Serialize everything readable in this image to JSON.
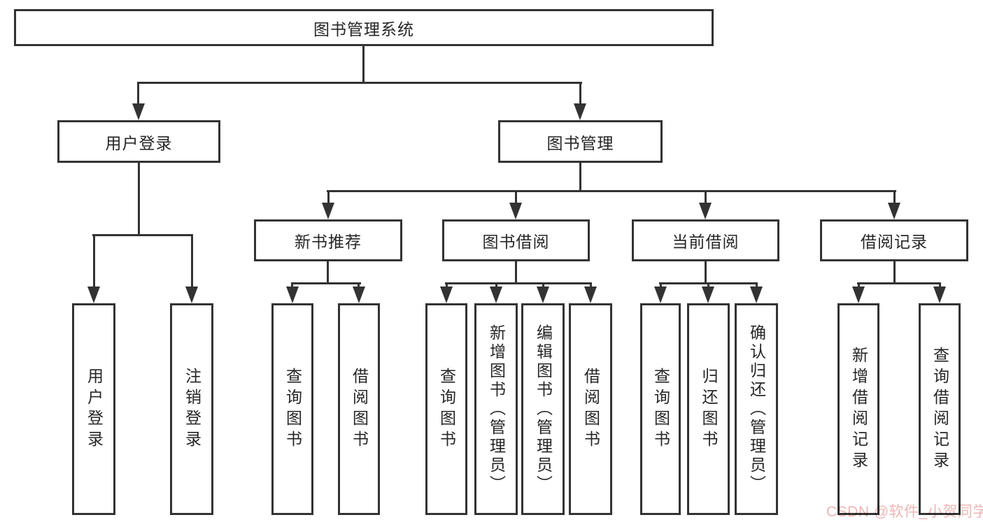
{
  "tree": {
    "root": {
      "label": "图书管理系统",
      "children": [
        {
          "label": "用户登录",
          "children": [
            {
              "label": "用户登录"
            },
            {
              "label": "注销登录"
            }
          ]
        },
        {
          "label": "图书管理",
          "children": [
            {
              "label": "新书推荐",
              "children": [
                {
                  "label": "查询图书"
                },
                {
                  "label": "借阅图书"
                }
              ]
            },
            {
              "label": "图书借阅",
              "children": [
                {
                  "label": "查询图书"
                },
                {
                  "label": "新增图书（管理员）"
                },
                {
                  "label": "编辑图书（管理员）"
                },
                {
                  "label": "借阅图书"
                }
              ]
            },
            {
              "label": "当前借阅",
              "children": [
                {
                  "label": "查询图书"
                },
                {
                  "label": "归还图书"
                },
                {
                  "label": "确认归还（管理员）"
                }
              ]
            },
            {
              "label": "借阅记录",
              "children": [
                {
                  "label": "新增借阅记录"
                },
                {
                  "label": "查询借阅记录"
                }
              ]
            }
          ]
        }
      ]
    }
  },
  "watermark": {
    "text": "CSDN @软件_小贺同学"
  },
  "colors": {
    "line": "#333333",
    "text": "#262626",
    "watermark_pink": "#eeb5b5",
    "background": "#ffffff"
  }
}
